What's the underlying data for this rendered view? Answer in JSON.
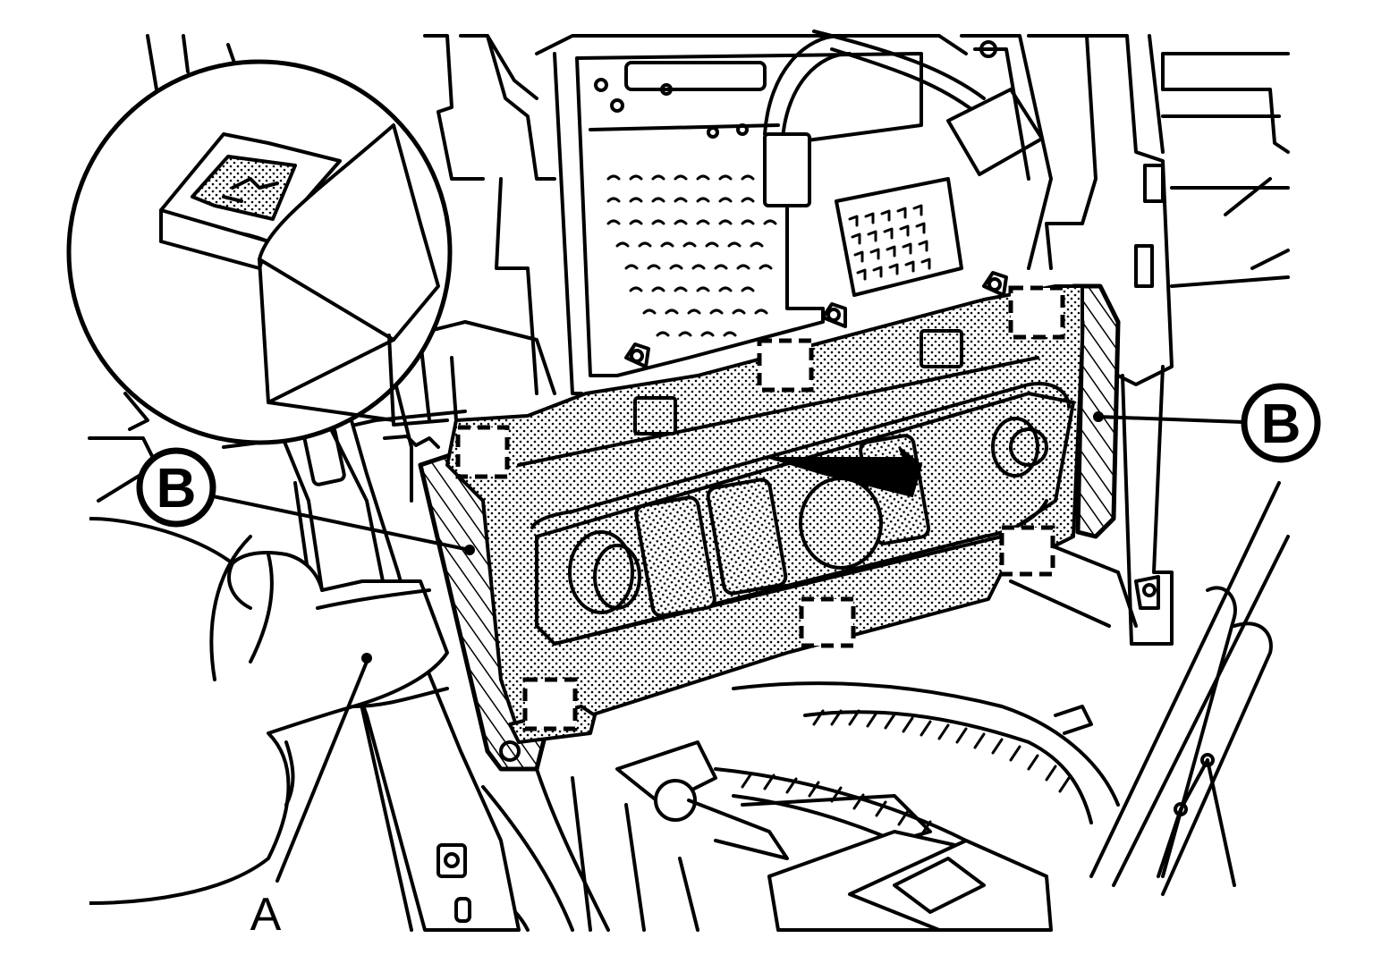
{
  "labels": {
    "callout_left": "B",
    "callout_right": "B",
    "part_a": "A"
  },
  "colors": {
    "line": "#000000",
    "background": "#ffffff"
  }
}
